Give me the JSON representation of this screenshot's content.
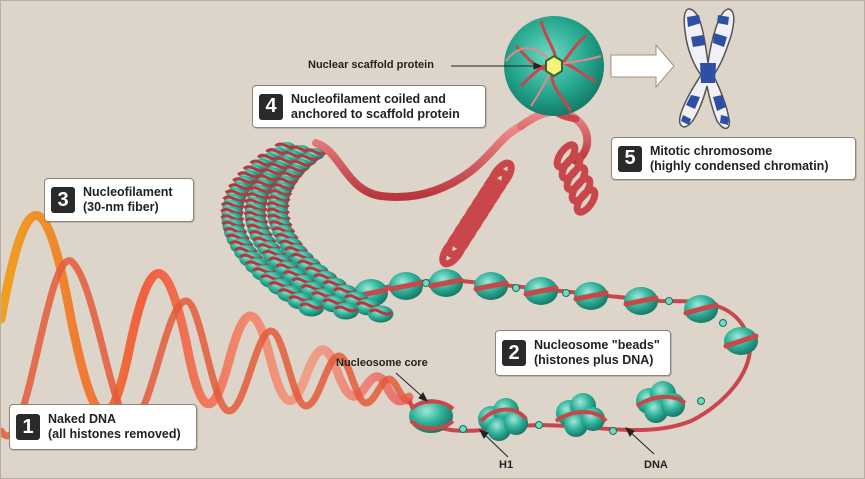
{
  "labels": {
    "scaffold": "Nuclear scaffold protein",
    "nucleosome_core": "Nucleosome core",
    "h1": "H1",
    "dna": "DNA"
  },
  "callouts": [
    {
      "number": "1",
      "line1": "Naked DNA",
      "line2": "(all histones removed)"
    },
    {
      "number": "2",
      "line1": "Nucleosome \"beads\"",
      "line2": "(histones plus DNA)"
    },
    {
      "number": "3",
      "line1": "Nucleofilament",
      "line2": "(30-nm fiber)"
    },
    {
      "number": "4",
      "line1": "Nucleofilament coiled and",
      "line2": "anchored to scaffold protein"
    },
    {
      "number": "5",
      "line1": "Mitotic chromosome",
      "line2": "(highly condensed chromatin)"
    }
  ],
  "colors": {
    "background": "#ddd5c9",
    "dna_strand": "#c9464b",
    "histone": "#2aa58f",
    "chromosome": "#2e4fa6"
  }
}
